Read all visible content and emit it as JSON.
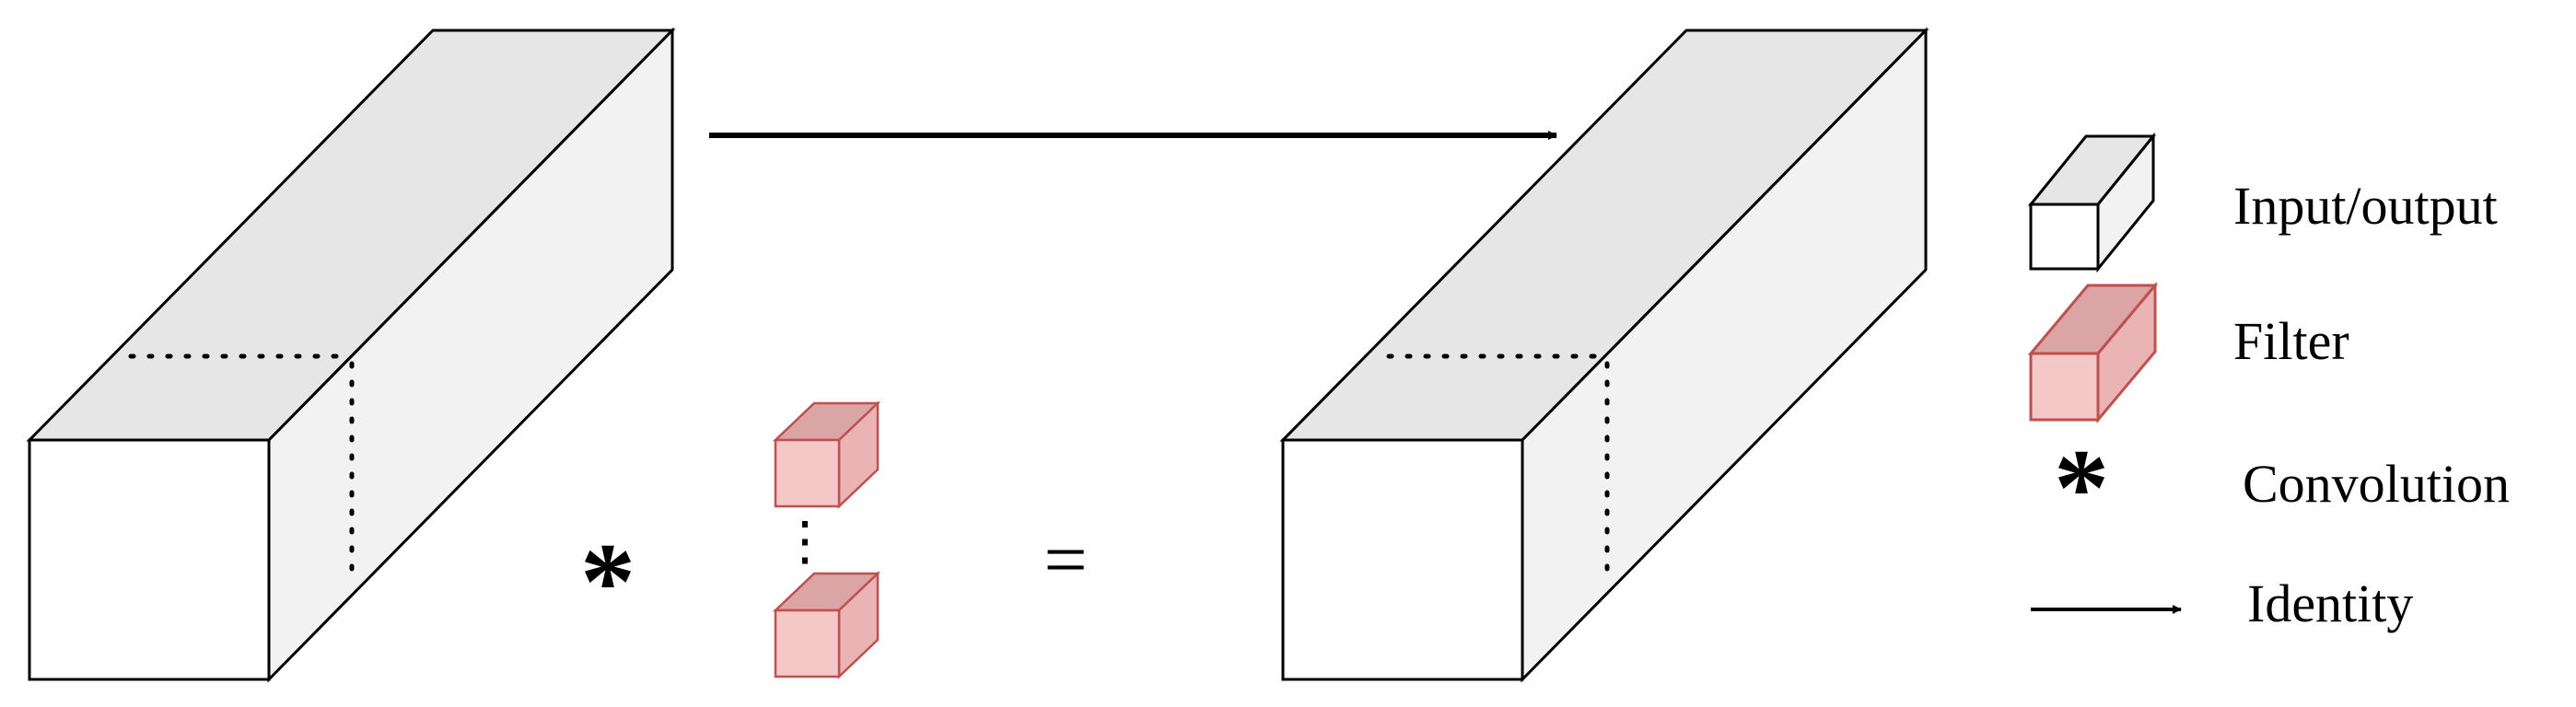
{
  "colors": {
    "block_front": "#ffffff",
    "block_top": "#e6e6e6",
    "block_side": "#f2f2f2",
    "block_stroke": "#000000",
    "filter_front": "#f5c8c8",
    "filter_top": "#dba5a6",
    "filter_side": "#eab4b5",
    "filter_stroke": "#c0504d",
    "arrow": "#000000"
  },
  "symbols": {
    "convolution": "*",
    "equals": "=",
    "filter_ellipsis": "⋮"
  },
  "legend": {
    "items": [
      {
        "label": "Input/output",
        "icon": "input-output-cube-icon"
      },
      {
        "label": "Filter",
        "icon": "filter-cube-icon"
      },
      {
        "label": "Convolution",
        "icon": "asterisk-icon"
      },
      {
        "label": "Identity",
        "icon": "arrow-right-icon"
      }
    ]
  }
}
